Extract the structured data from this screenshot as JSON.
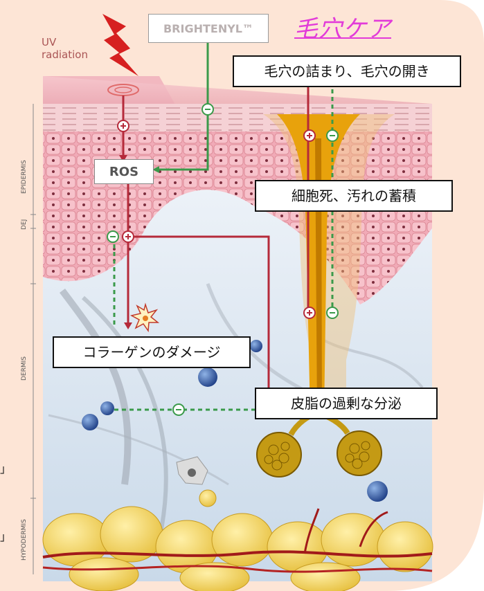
{
  "title": "毛穴ケア",
  "labels": {
    "uv_line1": "UV",
    "uv_line2": "radiation",
    "brand": "BRIGHTENYL™",
    "ros": "ROS",
    "epidermis": "EPIDERMIS",
    "dej": "DEJ",
    "dermis": "DERMIS",
    "hypodermis": "HYPODERMIS"
  },
  "callouts": {
    "pore_clog": "毛穴の詰まり、毛穴の開き",
    "cell_death": "細胞死、汚れの蓄積",
    "collagen": "コラーゲンのダメージ",
    "sebum": "皮脂の過剰な分泌"
  },
  "left_edge": {
    "bracket_1": "」",
    "bracket_2": "」"
  },
  "colors": {
    "panel_bg": "#fde5d6",
    "title": "#e23ad9",
    "red_arrow": "#b52a3a",
    "green_arrow": "#3a9a4a",
    "hair": "#e8a20c"
  }
}
